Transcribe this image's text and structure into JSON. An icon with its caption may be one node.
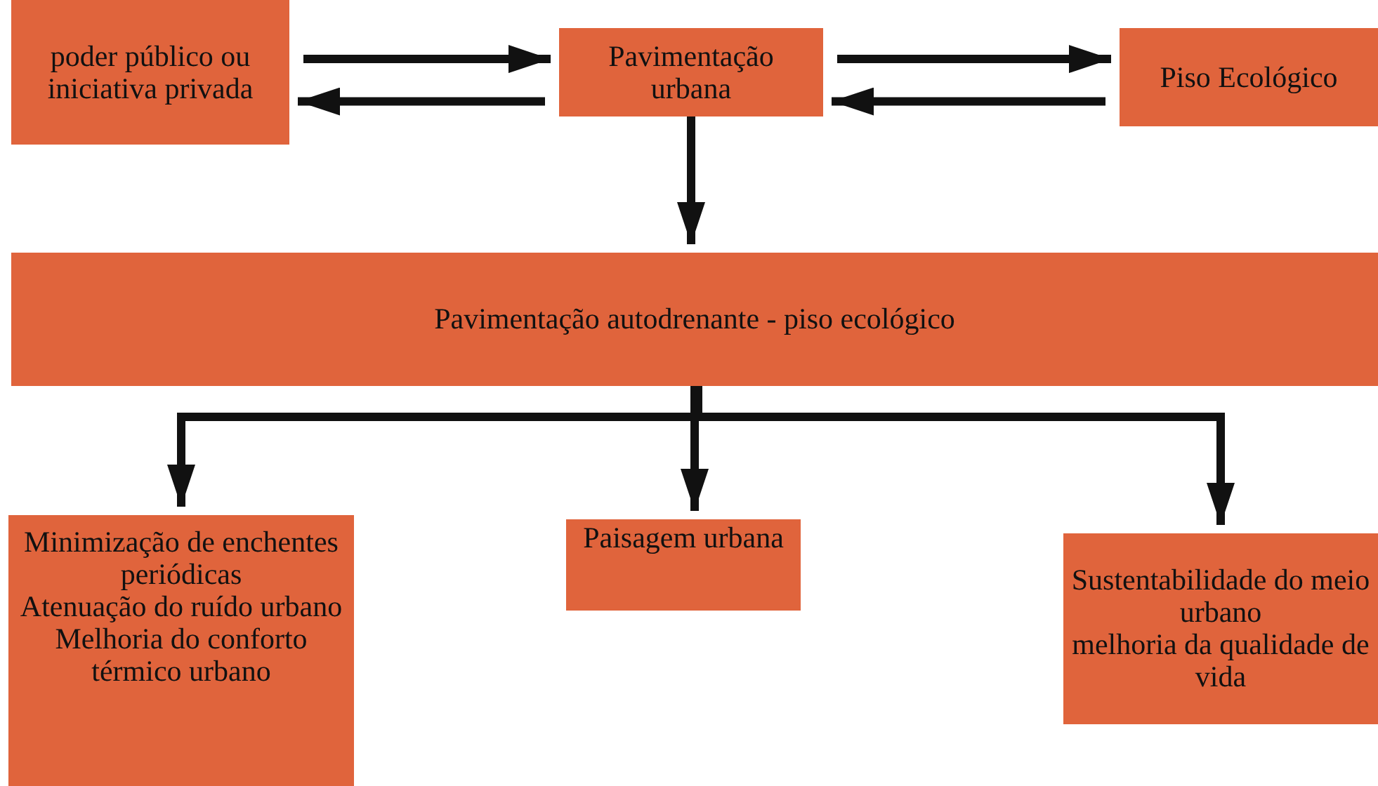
{
  "diagram": {
    "nodes": [
      {
        "text": [
          "poder público ou iniciativa privada"
        ]
      },
      {
        "text": [
          "Pavimentação urbana"
        ]
      },
      {
        "text": [
          "Piso Ecológico"
        ]
      },
      {
        "text": [
          "Pavimentação autodrenante - piso ecológico"
        ]
      },
      {
        "text": [
          "Minimização de enchentes periódicas",
          "Atenuação do ruído urbano",
          "Melhoria do conforto térmico urbano"
        ]
      },
      {
        "text": [
          "Paisagem urbana"
        ]
      },
      {
        "text": [
          "Sustentabilidade do meio urbano",
          "melhoria da qualidade de vida"
        ]
      }
    ],
    "edges": [
      {
        "from": 0,
        "to": 1,
        "arrow": "to"
      },
      {
        "from": 1,
        "to": 0,
        "arrow": "to"
      },
      {
        "from": 1,
        "to": 2,
        "arrow": "to"
      },
      {
        "from": 2,
        "to": 1,
        "arrow": "to"
      },
      {
        "from": 1,
        "to": 3,
        "arrow": "to"
      },
      {
        "from": 3,
        "to": 4,
        "arrow": "to"
      },
      {
        "from": 3,
        "to": 5,
        "arrow": "to"
      },
      {
        "from": 3,
        "to": 6,
        "arrow": "to"
      }
    ]
  }
}
